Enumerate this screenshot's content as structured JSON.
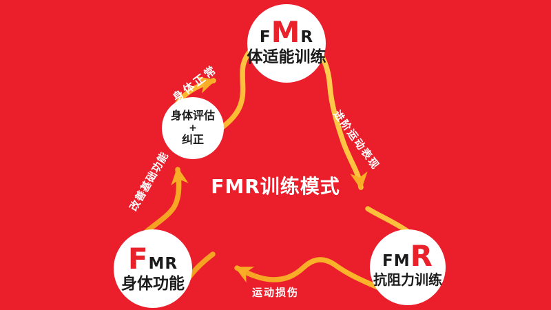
{
  "title": "FMR训练模式",
  "nodes": {
    "top": {
      "pre": "F",
      "big": "M",
      "post": "R",
      "label": "体适能训练"
    },
    "right": {
      "pre": "FM",
      "big": "R",
      "post": "",
      "label": "抗阻力训练"
    },
    "left": {
      "pre": "",
      "big": "F",
      "post": "MR",
      "label": "身体功能"
    },
    "assessment": {
      "line1": "身体评估",
      "line2": "+",
      "line3": "纠正"
    }
  },
  "flow_labels": {
    "body_normal": "身体正常",
    "progression": "进阶运动表现",
    "injury": "运动损伤",
    "improve_function": "改善基础功能"
  },
  "colors": {
    "background": "#EA1F2B",
    "arrow_orange": "#F0921C",
    "arrow_mid": "#FBB42A",
    "arrow_yellow": "#FFD75E",
    "arrowhead": "#F9AC25",
    "node_fill": "#FFFFFF",
    "brand_red": "#E8212B",
    "text_dark": "#1B1B1B",
    "label_white": "#FFFFFF"
  }
}
